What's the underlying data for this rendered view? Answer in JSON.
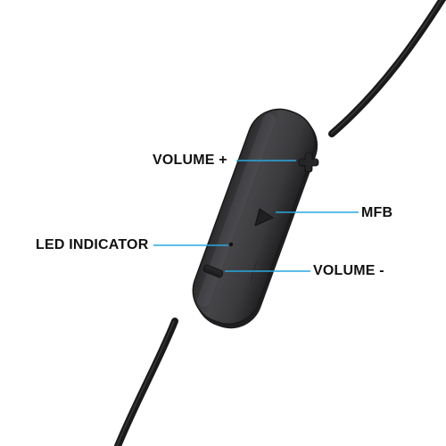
{
  "labels": {
    "volume_plus": "VOLUME +",
    "mfb": "MFB",
    "led_indicator": "LED INDICATOR",
    "volume_minus": "VOLUME -"
  },
  "colors": {
    "background": "#ffffff",
    "cable": "#1a1a1a",
    "remote_body": "#3a3a3c",
    "button_symbol": "#232325",
    "callout_line": "#29a8e0",
    "label_text": "#111111"
  },
  "icons": {
    "volume_up": "plus-icon",
    "mfb": "play-triangle-icon",
    "volume_down": "minus-icon",
    "led": "led-dot-icon"
  }
}
